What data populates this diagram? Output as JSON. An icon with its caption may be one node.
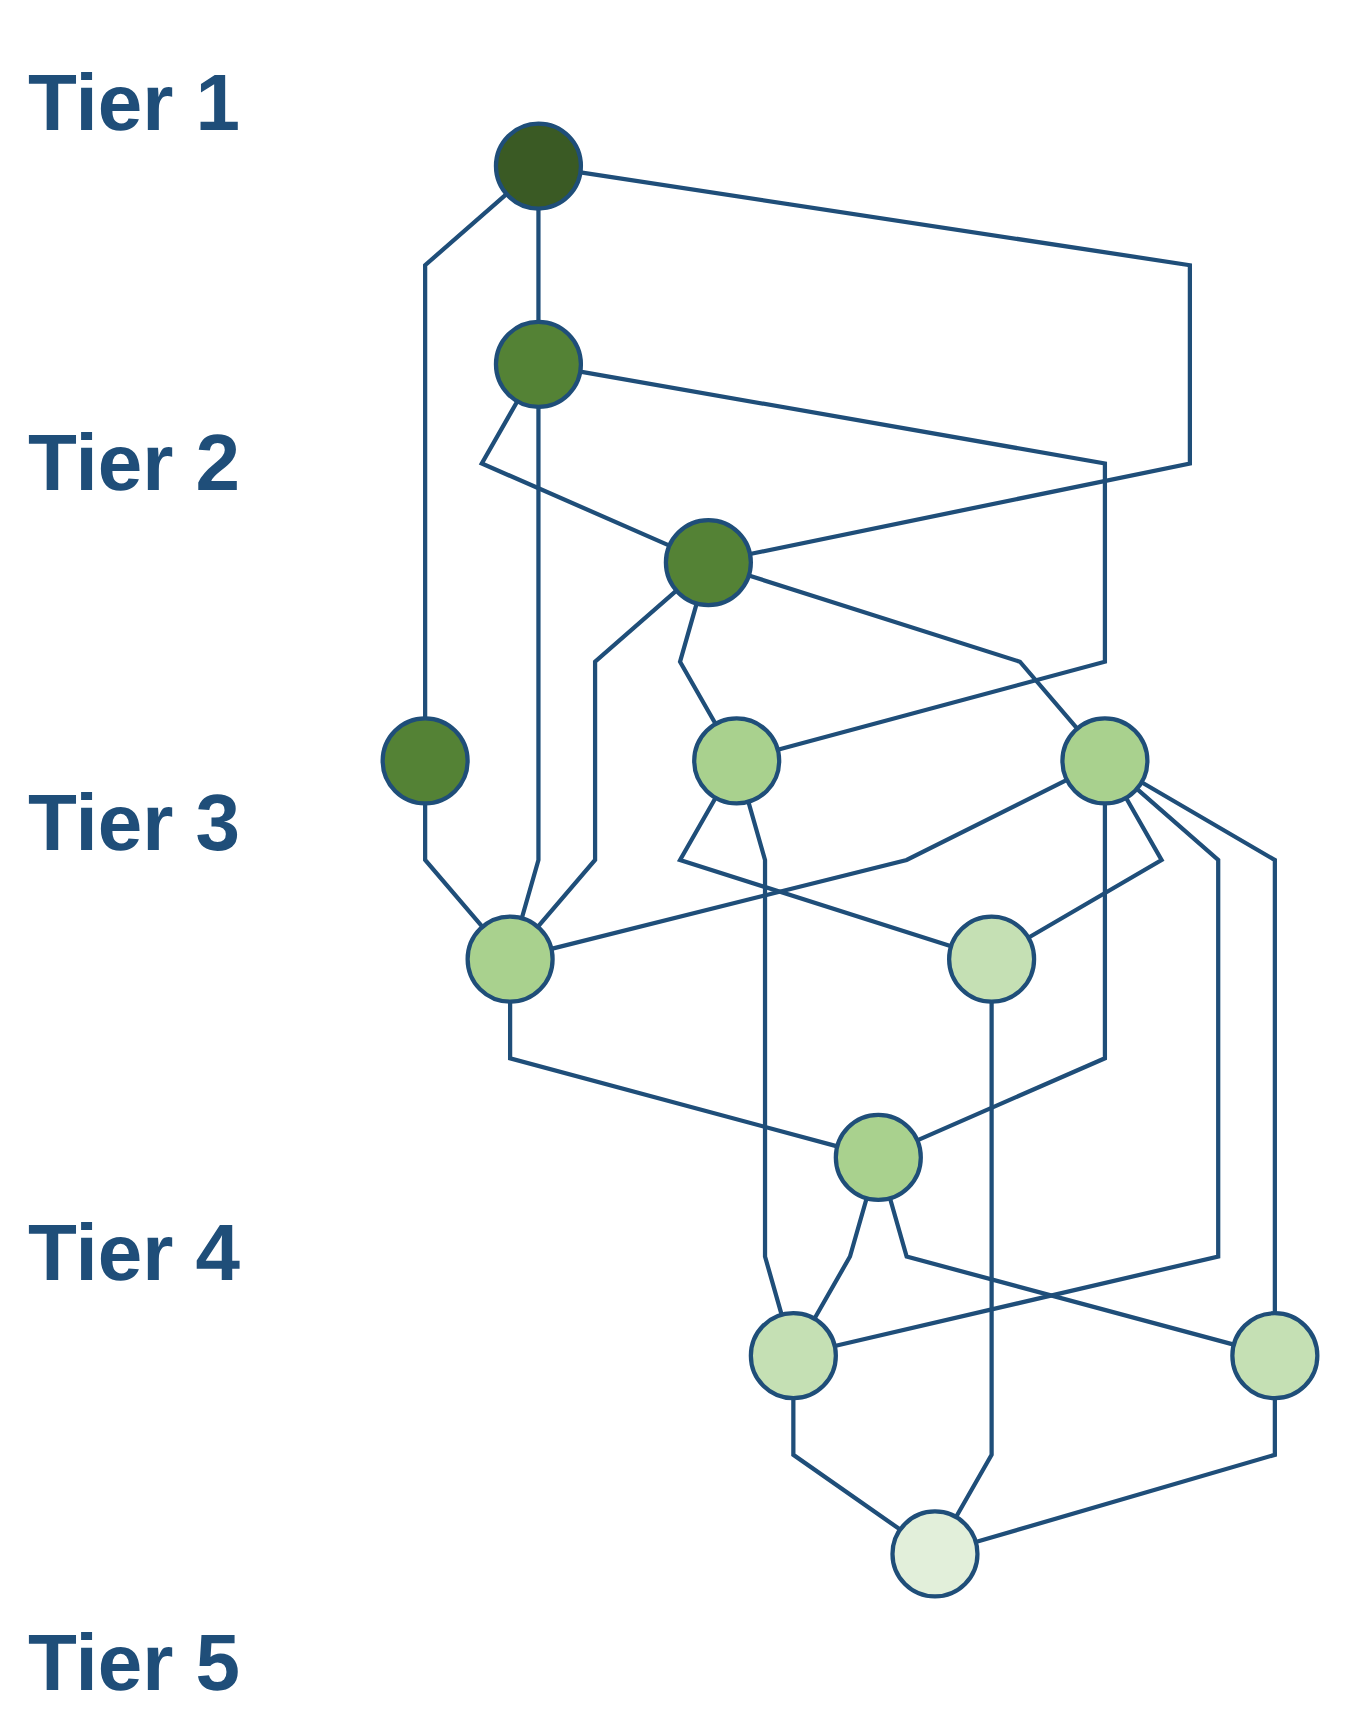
{
  "diagram": {
    "nodes": [
      {
        "text": [],
        "shape": "circle"
      },
      {
        "text": [],
        "shape": "circle"
      },
      {
        "text": [],
        "shape": "circle"
      },
      {
        "text": [],
        "shape": "circle"
      },
      {
        "text": [],
        "shape": "circle"
      },
      {
        "text": [],
        "shape": "circle"
      },
      {
        "text": [],
        "shape": "circle"
      },
      {
        "text": [],
        "shape": "circle"
      },
      {
        "text": [],
        "shape": "circle"
      },
      {
        "text": [],
        "shape": "circle"
      },
      {
        "text": [],
        "shape": "circle"
      },
      {
        "text": [],
        "shape": "circle"
      }
    ],
    "edges": [
      {
        "from": 0,
        "to": 1,
        "arrow": "none"
      },
      {
        "from": 0,
        "to": 2,
        "arrow": "none"
      },
      {
        "from": 0,
        "to": 3,
        "arrow": "none"
      },
      {
        "from": 1,
        "to": 6,
        "arrow": "none"
      },
      {
        "from": 2,
        "to": 3,
        "arrow": "none"
      },
      {
        "from": 2,
        "to": 6,
        "arrow": "none"
      },
      {
        "from": 2,
        "to": 4,
        "arrow": "none"
      },
      {
        "from": 3,
        "to": 6,
        "arrow": "none"
      },
      {
        "from": 3,
        "to": 4,
        "arrow": "none"
      },
      {
        "from": 3,
        "to": 5,
        "arrow": "none"
      },
      {
        "from": 5,
        "to": 6,
        "arrow": "none"
      },
      {
        "from": 6,
        "to": 7,
        "arrow": "none"
      },
      {
        "from": 5,
        "to": 7,
        "arrow": "none"
      },
      {
        "from": 4,
        "to": 8,
        "arrow": "none"
      },
      {
        "from": 4,
        "to": 9,
        "arrow": "none"
      },
      {
        "from": 5,
        "to": 8,
        "arrow": "none"
      },
      {
        "from": 5,
        "to": 9,
        "arrow": "none"
      },
      {
        "from": 5,
        "to": 10,
        "arrow": "none"
      },
      {
        "from": 7,
        "to": 9,
        "arrow": "none"
      },
      {
        "from": 7,
        "to": 10,
        "arrow": "none"
      },
      {
        "from": 8,
        "to": 11,
        "arrow": "none"
      },
      {
        "from": 9,
        "to": 11,
        "arrow": "none"
      },
      {
        "from": 10,
        "to": 11,
        "arrow": "none"
      }
    ],
    "labels": [
      "Tier 1",
      "Tier 2",
      "Tier 3",
      "Tier 4",
      "Tier 5"
    ]
  }
}
